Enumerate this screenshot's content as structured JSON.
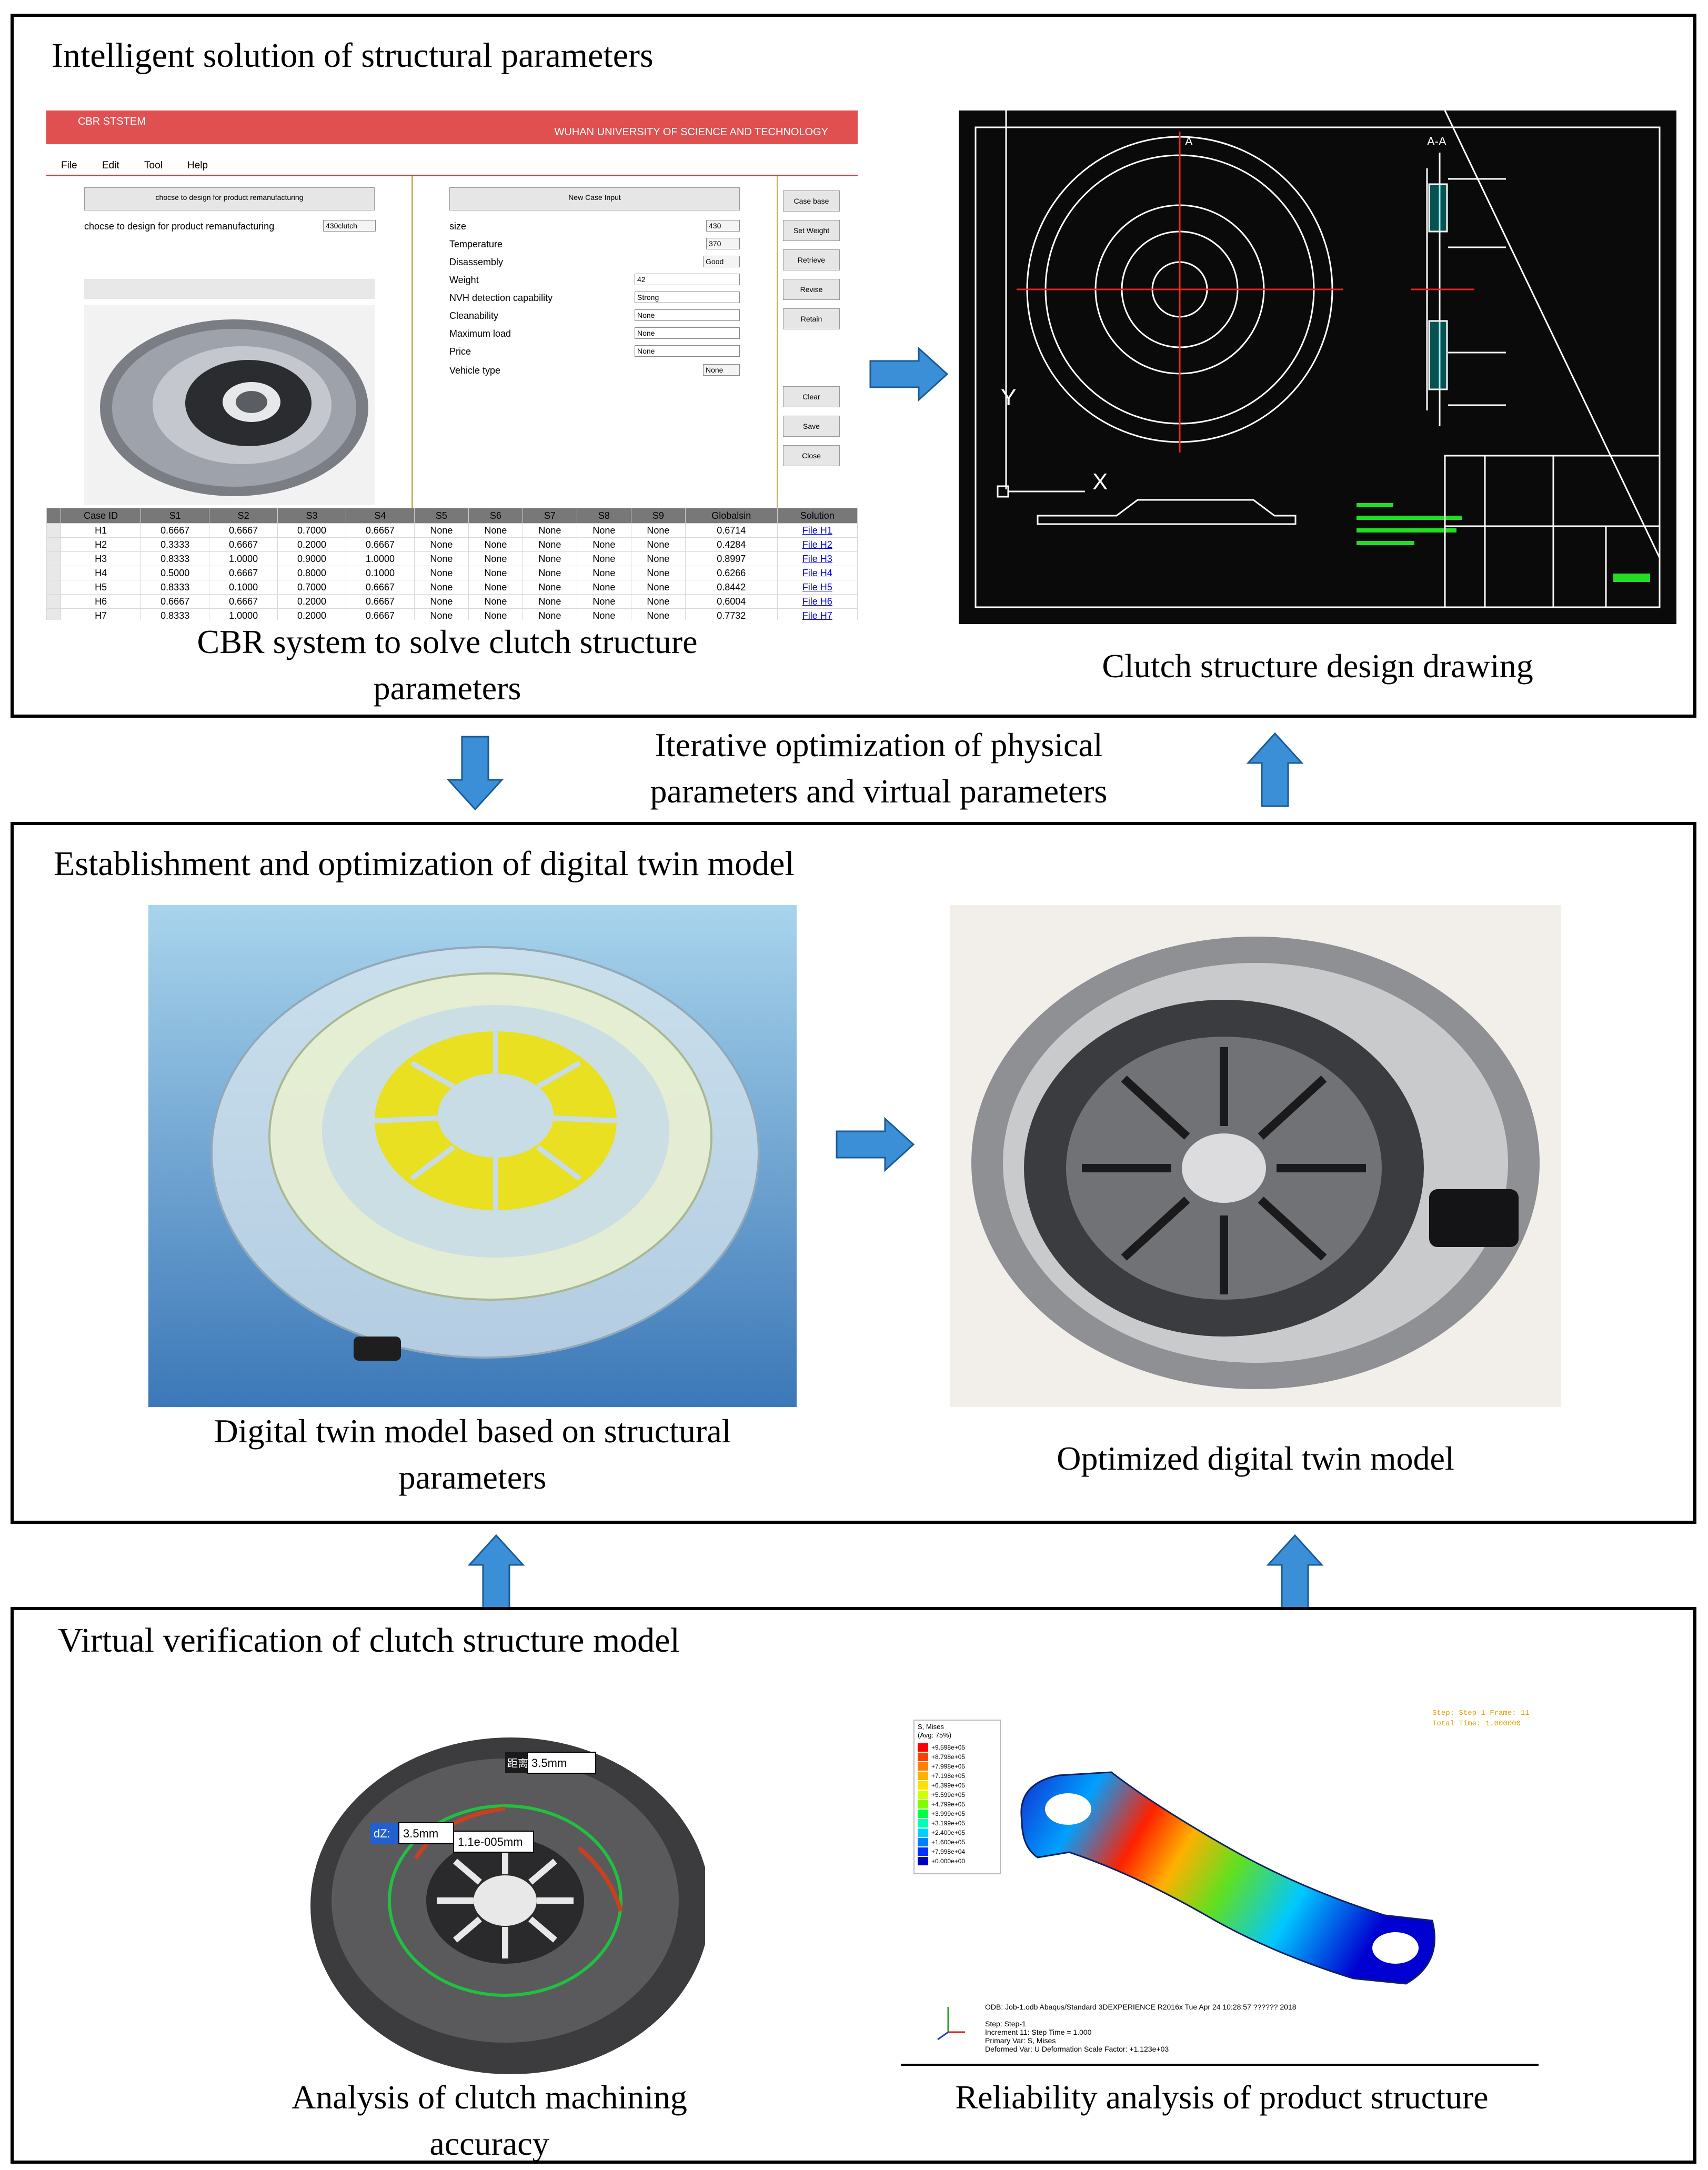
{
  "panels": {
    "p1_title": "Intelligent solution of structural parameters",
    "p2_title": "Establishment and optimization of digital twin model",
    "p3_title": "Virtual verification of clutch structure model"
  },
  "captions": {
    "cbr_line1": "CBR system to solve clutch structure",
    "cbr_line2": "parameters",
    "drawing": "Clutch structure design drawing",
    "iter_line1": "Iterative optimization of physical",
    "iter_line2": "parameters and virtual parameters",
    "twin_line1": "Digital twin model based on structural",
    "twin_line2": "parameters",
    "optimized": "Optimized digital twin model",
    "machining_line1": "Analysis of clutch machining",
    "machining_line2": "accuracy",
    "reliability": "Reliability analysis of product structure"
  },
  "cbr": {
    "title": "CBR STSTEM",
    "university": "WUHAN UNIVERSITY OF SCIENCE AND TECHNOLOGY",
    "menu": [
      "File",
      "Edit",
      "Tool",
      "Help"
    ],
    "choose_button": "chocse to design for product remanufacturing",
    "choose_label": "chocse to design for product remanufacturing",
    "choose_value": "430clutch",
    "new_case_button": "New Case Input",
    "fields": [
      {
        "label": "size",
        "value": "430"
      },
      {
        "label": "Temperature",
        "value": "370"
      },
      {
        "label": "Disassembly",
        "value": "Good"
      },
      {
        "label": "Weight",
        "value": "42"
      },
      {
        "label": "NVH detection capability",
        "value": "Strong"
      },
      {
        "label": "Cleanability",
        "value": "None"
      },
      {
        "label": "Maximum load",
        "value": "None"
      },
      {
        "label": "Price",
        "value": "None"
      },
      {
        "label": "Vehicle type",
        "value": "None"
      }
    ],
    "side_buttons": [
      "Case base",
      "Set Weight",
      "Retrieve",
      "Revise",
      "Retain",
      "Clear",
      "Save",
      "Close"
    ],
    "table": {
      "headers": [
        "Case ID",
        "S1",
        "S2",
        "S3",
        "S4",
        "S5",
        "S6",
        "S7",
        "S8",
        "S9",
        "Globalsin",
        "Solution"
      ],
      "rows": [
        [
          "H1",
          "0.6667",
          "0.6667",
          "0.7000",
          "0.6667",
          "None",
          "None",
          "None",
          "None",
          "None",
          "0.6714",
          "File H1"
        ],
        [
          "H2",
          "0.3333",
          "0.6667",
          "0.2000",
          "0.6667",
          "None",
          "None",
          "None",
          "None",
          "None",
          "0.4284",
          "File H2"
        ],
        [
          "H3",
          "0.8333",
          "1.0000",
          "0.9000",
          "1.0000",
          "None",
          "None",
          "None",
          "None",
          "None",
          "0.8997",
          "File H3"
        ],
        [
          "H4",
          "0.5000",
          "0.6667",
          "0.8000",
          "0.1000",
          "None",
          "None",
          "None",
          "None",
          "None",
          "0.6266",
          "File H4"
        ],
        [
          "H5",
          "0.8333",
          "0.1000",
          "0.7000",
          "0.6667",
          "None",
          "None",
          "None",
          "None",
          "None",
          "0.8442",
          "File H5"
        ],
        [
          "H6",
          "0.6667",
          "0.6667",
          "0.2000",
          "0.6667",
          "None",
          "None",
          "None",
          "None",
          "None",
          "0.6004",
          "File H6"
        ],
        [
          "H7",
          "0.8333",
          "1.0000",
          "0.2000",
          "0.6667",
          "None",
          "None",
          "None",
          "None",
          "None",
          "0.7732",
          "File H7"
        ]
      ]
    }
  },
  "drawing": {
    "section_a": "A",
    "section_aa": "A-A",
    "axis_y": "Y",
    "axis_x": "X"
  },
  "measure": {
    "label1": "距离:",
    "val1": "3.5mm",
    "dz": "dZ:",
    "val2": "3.5mm",
    "val3": "1.1e-005mm"
  },
  "fea": {
    "legend_title": "S, Mises",
    "legend_avg": "(Avg: 75%)",
    "legend_values": [
      "+9.598e+05",
      "+8.798e+05",
      "+7.998e+05",
      "+7.198e+05",
      "+6.399e+05",
      "+5.599e+05",
      "+4.799e+05",
      "+3.999e+05",
      "+3.199e+05",
      "+2.400e+05",
      "+1.600e+05",
      "+7.998e+04",
      "+0.000e+00"
    ],
    "legend_colors": [
      "#ff0000",
      "#ff4000",
      "#ff8000",
      "#ffb000",
      "#ffe000",
      "#d0ff00",
      "#80ff00",
      "#00ff40",
      "#00ffb0",
      "#00d0ff",
      "#0080ff",
      "#0030ff",
      "#0000c0"
    ],
    "step_top": "Step: Step-1    Frame: 11",
    "time_top": "Total Time: 1.000000",
    "odb": "ODB: Job-1.odb    Abaqus/Standard 3DEXPERIENCE R2016x    Tue Apr 24 10:28:57 ?????? 2018",
    "step": "Step: Step-1",
    "increment": "Increment     11: Step Time =     1.000",
    "primary": "Primary Var: S, Mises",
    "deformed": "Deformed Var: U   Deformation Scale Factor: +1.123e+03"
  },
  "colors": {
    "arrow": "#3a8fd6",
    "arrow_edge": "#1a5a96",
    "cbr_bar": "#e05050",
    "cad_bg": "#0a0a0a",
    "cad_line": "#ffffff",
    "cad_red": "#ff2020",
    "cad_green": "#22dd22",
    "cad_cyan": "#00d8d8"
  }
}
